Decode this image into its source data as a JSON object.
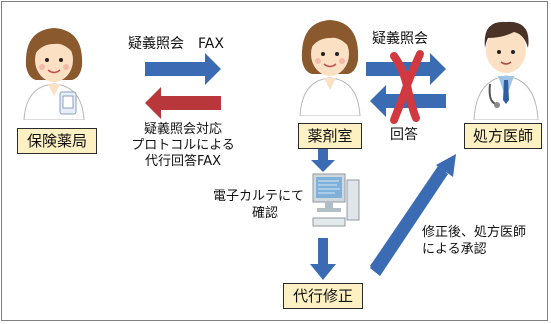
{
  "nodes": {
    "pharmacy": "保険薬局",
    "dispensary": "薬剤室",
    "doctor": "処方医師",
    "proxy_fix": "代行修正"
  },
  "labels": {
    "inquiry_fax": "疑義照会　FAX",
    "protocol_line1": "疑義照会対応",
    "protocol_line2": "プロトコルによる",
    "protocol_line3": "代行回答FAX",
    "inquiry_top": "疑義照会",
    "answer": "回答",
    "ehr_line1": "電子カルテにて",
    "ehr_line2": "確認",
    "approval_line1": "修正後、処方医師",
    "approval_line2": "による承認"
  },
  "colors": {
    "blue_arrow": "#3b6cb3",
    "red_arrow": "#b8373b",
    "box_fill": "#fdf1c4"
  },
  "icons": [
    "pharmacist-female-icon",
    "pharmacist-female-icon",
    "doctor-male-icon",
    "computer-icon"
  ]
}
